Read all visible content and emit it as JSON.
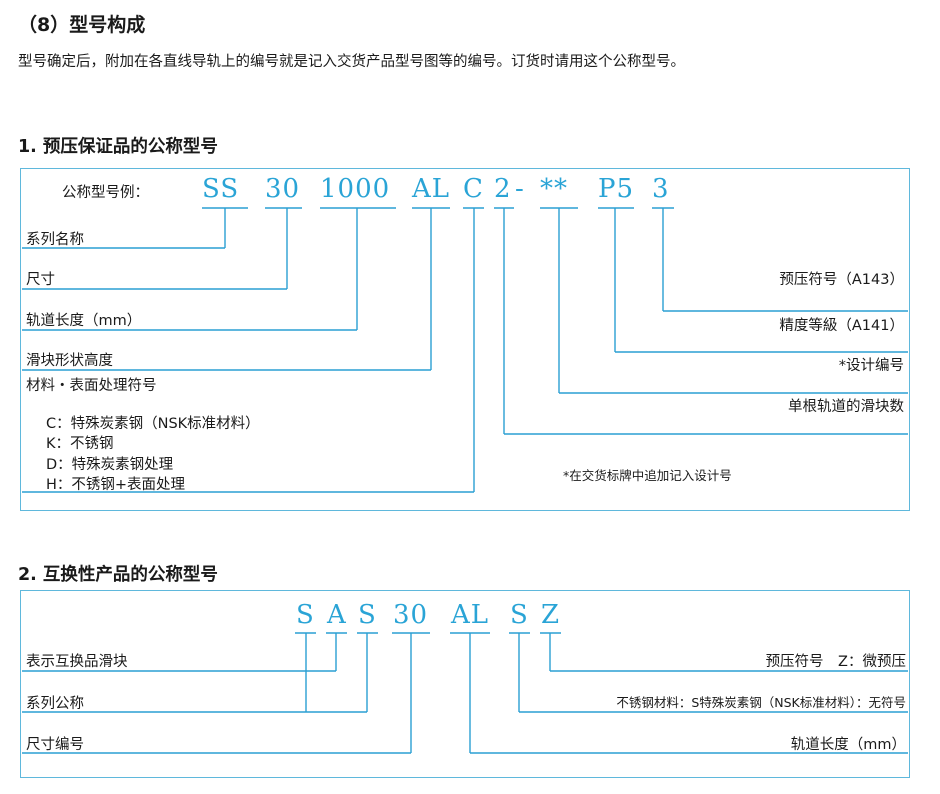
{
  "title": "（8）型号构成",
  "intro": "型号确定后，附加在各直线导轨上的编号就是记入交货产品型号图等的编号。订货时请用这个公称型号。",
  "section1": {
    "heading": "1. 预压保证品的公称型号",
    "example_label": "公称型号例：",
    "codes": [
      "SS",
      "30",
      "1000",
      "AL",
      "C",
      "2",
      "-",
      "**",
      "P5",
      "3"
    ],
    "labels_left": {
      "series": "系列名称",
      "size": "尺寸",
      "rail_length": "轨道长度（mm）",
      "block_height": "滑块形状高度",
      "material": "材料・表面处理符号"
    },
    "material_options": [
      {
        "code": "C：",
        "text": "特殊炭素钢（NSK标准材料）"
      },
      {
        "code": "K：",
        "text": "不锈钢"
      },
      {
        "code": "D：",
        "text": "特殊炭素钢处理"
      },
      {
        "code": "H：",
        "text": "不锈钢+表面处理"
      }
    ],
    "labels_right": {
      "preload": "预压符号（A143）",
      "accuracy": "精度等級（A141）",
      "design_no": "*设计编号",
      "blocks_per_rail": "单根轨道的滑块数"
    },
    "footnote": "*在交货标牌中追加记入设计号"
  },
  "section2": {
    "heading": "2. 互换性产品的公称型号",
    "codes": [
      "S",
      "A",
      "S",
      "30",
      "AL",
      "S",
      "Z"
    ],
    "labels_left": {
      "interchangeable_block": "表示互换品滑块",
      "series": "系列公称",
      "size_no": "尺寸编号"
    },
    "labels_right": {
      "preload": "预压符号　Z：微预压",
      "material": "不锈钢材料：S特殊炭素钢（NSK标准材料）：无符号",
      "rail_length": "轨道长度（mm）"
    }
  }
}
